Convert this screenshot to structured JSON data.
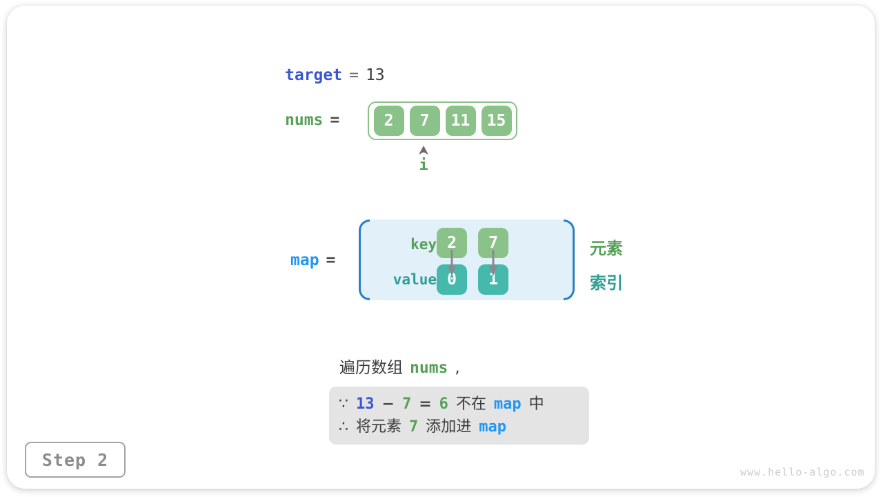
{
  "colors": {
    "royal_blue": "#3a56d4",
    "azure_blue": "#2196f3",
    "green_text": "#56a158",
    "teal_text": "#2f9e94",
    "box_green": "#8ac289",
    "box_teal": "#44b9ac",
    "bracket_blue": "#2b7fc2",
    "map_background": "#e2f0f9",
    "note_background": "#e4e4e4",
    "dark_text": "#3c3c3c",
    "arrow_gray": "#8a8a8a"
  },
  "target": {
    "label": "target",
    "equals": "=",
    "value": "13"
  },
  "nums": {
    "label": "nums",
    "equals": "=",
    "values": [
      "2",
      "7",
      "11",
      "15"
    ],
    "pointer_label": "i"
  },
  "map": {
    "label": "map",
    "equals": "=",
    "key_label": "key",
    "value_label": "value",
    "entries": [
      {
        "key": "2",
        "value": "0"
      },
      {
        "key": "7",
        "value": "1"
      }
    ],
    "element_label": "元素",
    "index_label": "索引"
  },
  "caption": {
    "text": "遍历数组",
    "code": "nums",
    "comma": ","
  },
  "note": {
    "line1": {
      "because": "∵",
      "n1": "13",
      "minus": "−",
      "n2": "7",
      "eq": "=",
      "n3": "6",
      "t1": "不在",
      "code": "map",
      "t2": "中"
    },
    "line2": {
      "therefore": "∴",
      "t1": "将元素",
      "n1": "7",
      "t2": "添加进",
      "code": "map"
    }
  },
  "step": {
    "label": "Step 2"
  },
  "watermark": "www.hello-algo.com"
}
